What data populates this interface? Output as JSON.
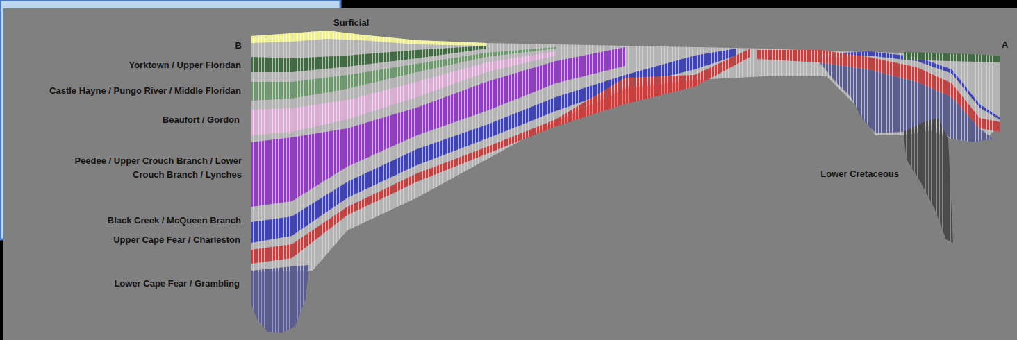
{
  "diagram": {
    "labels": [
      "Surficial",
      "B",
      "A",
      "Yorktown / Upper Floridan",
      "Castle Hayne / Pungo River / Middle Floridan",
      "Beaufort / Gordon",
      "Peedee / Upper Crouch Branch / Lower Crouch Branch / Lynches",
      "Black Creek / McQueen Branch",
      "Upper Cape Fear / Charleston",
      "Lower Cape Fear / Grambling",
      "Lower Cretaceous"
    ]
  }
}
